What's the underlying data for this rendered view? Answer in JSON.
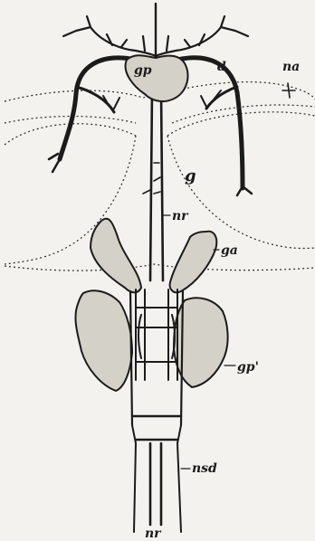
{
  "figure": {
    "labels": {
      "d": "d",
      "gp": "gp",
      "na": "na",
      "g": "g",
      "nr_upper": "nr",
      "ga": "ga",
      "gp_prime": "gp'",
      "nsd": "nsd",
      "nr_lower": "nr"
    },
    "colors": {
      "ink": "#1b1b1b",
      "paper": "#f3f2ee",
      "shade": "#d4d1c9"
    }
  }
}
